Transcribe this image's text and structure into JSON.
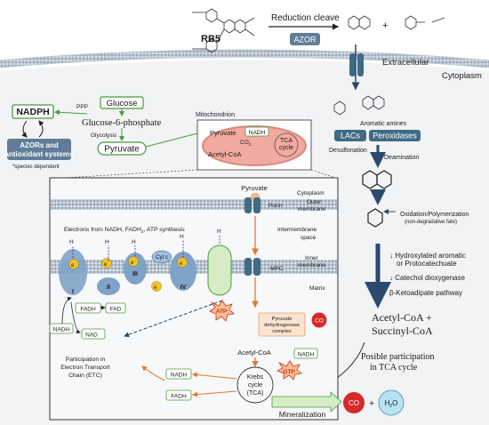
{
  "top": {
    "rb5": "RB5",
    "reduction_cleave": "Reduction cleave",
    "azor": "AZOR",
    "plus": "+",
    "extracellular": "Extracellular",
    "cytoplasm": "Cytoplasm"
  },
  "left": {
    "nadph": "NADPH",
    "ppp": "PPP",
    "glucose": "Glucose",
    "g6p": "Glucose-6-phosphate",
    "glycolysis": "Glycolysis",
    "pyruvate": "Pyruvate",
    "azors_line1": "AZORs and",
    "azors_line2": "antioxidant systems",
    "species_note": "*species dependent"
  },
  "mito": {
    "title": "Mitochondrion",
    "pyruvate": "Pyruvate",
    "nadh": "NADH",
    "co2": "CO",
    "co2_sub": "2",
    "acetyl": "Acetyl-CoA",
    "tca1": "TCA",
    "tca2": "cycle"
  },
  "right": {
    "aromatic_amines": "Aromatic amines",
    "lacs": "LACs",
    "peroxidases": "Peroxidases",
    "desulfonation": "Desulfonation",
    "deamination": "Deamination",
    "oxidation": "Oxidation/Polymerization",
    "nondeg": "(non-degradative fate)",
    "hydroxylated1": "↓ Hydroxylated aromatic",
    "hydroxylated2": "or Protocatechuate",
    "catechol": "↓ Catechol dioxygenase",
    "ketoadipate": "β-Ketoadipate pathway",
    "acetyl_succ1": "Acetyl-CoA +",
    "acetyl_succ2": "Succinyl-CoA",
    "posible1": "Posible participation",
    "posible2": "in TCA cycle"
  },
  "zoom": {
    "pyruvate": "Pyruvate",
    "cytoplasm": "Cytoplasm",
    "outer1": "Outer",
    "outer2": "membrane",
    "porin": "Porin",
    "intermembrane1": "Intermembrane",
    "intermembrane2": "space",
    "electrons": "Electrons from NADH, FADH",
    "electrons_sub": "2",
    "electrons_tail": ", ATP synthesis",
    "hplus": "H",
    "inner1": "Inner",
    "inner2": "membrane",
    "mpc": "MPC",
    "matrix": "Matrix",
    "complex_I": "I",
    "complex_II": "II",
    "complex_III": "III",
    "complex_IV": "IV",
    "cytc": "Cyt c",
    "e": "e",
    "fadh2": "FADH",
    "fad": "FAD",
    "nadh": "NADH",
    "nadplus": "NAD",
    "atp": "ATP",
    "pdc1": "Pyruvate",
    "pdc2": "dehydrogenase",
    "pdc3": "complex",
    "co2": "CO",
    "acetyl": "Acetyl-CoA",
    "nadh2": "NADH",
    "gtp": "GTP",
    "krebs1": "Krebs",
    "krebs2": "cycle",
    "krebs3": "(TCA)",
    "nadh3": "NADH",
    "fadh2b": "FADH",
    "participation1": "Participation in",
    "participation2": "Electron Transport",
    "participation3": "Chain (ETC)",
    "mineralization": "Mineralization",
    "co2_final": "CO",
    "h2o": "H",
    "h2o_tail": "O",
    "plus": "+"
  },
  "colors": {
    "green": "#4a9a3a",
    "teal": "#3f6b85",
    "orange": "#e07a2e",
    "red": "#d62a2a",
    "purple": "#7a3fa0",
    "dark_blue": "#2b4a6f"
  }
}
